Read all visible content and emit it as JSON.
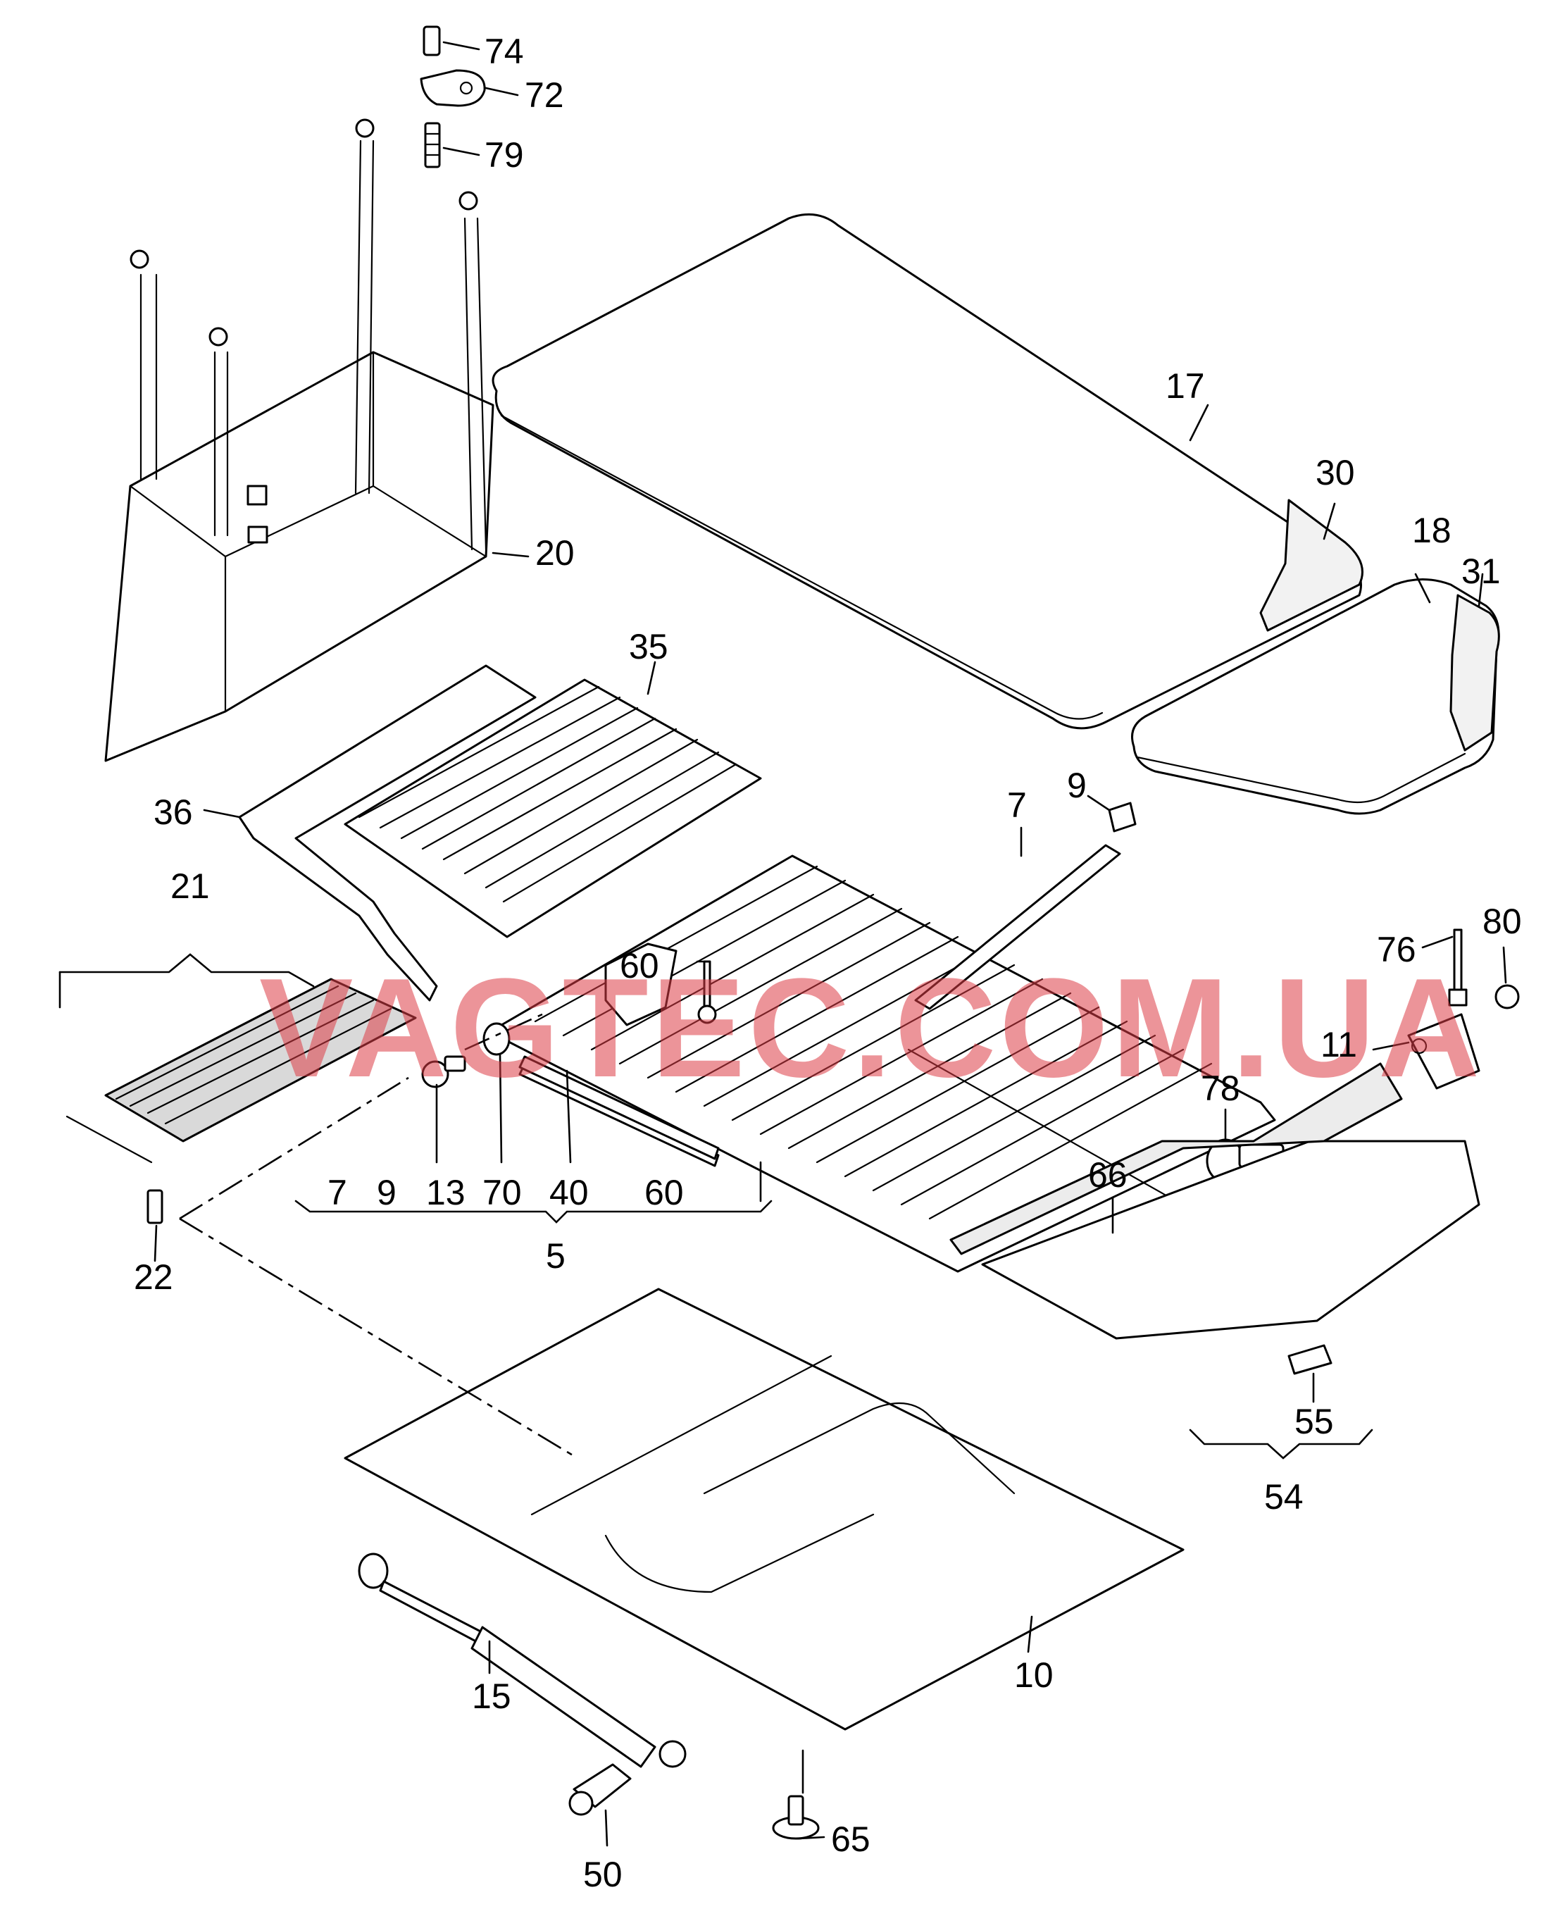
{
  "watermark": "VAGTEC.COM.UA",
  "callouts": {
    "c74": "74",
    "c72": "72",
    "c79": "79",
    "c17": "17",
    "c30": "30",
    "c18": "18",
    "c31": "31",
    "c20": "20",
    "c35": "35",
    "c36": "36",
    "c9a": "9",
    "c7a": "7",
    "c21": "21",
    "c60a": "60",
    "c80": "80",
    "c76": "76",
    "c11": "11",
    "c78": "78",
    "c13": "13",
    "c70": "70",
    "c40": "40",
    "c22": "22",
    "c66": "66",
    "c5": "5",
    "c54": "54",
    "c55": "55",
    "c10": "10",
    "c15": "15",
    "c65": "65",
    "c50": "50"
  },
  "group5": {
    "label": "5",
    "members": [
      "7",
      "9",
      "13",
      "70",
      "40",
      "60"
    ]
  },
  "colors": {
    "line": "#000000",
    "background": "#ffffff",
    "watermark": "#dc3c46"
  }
}
